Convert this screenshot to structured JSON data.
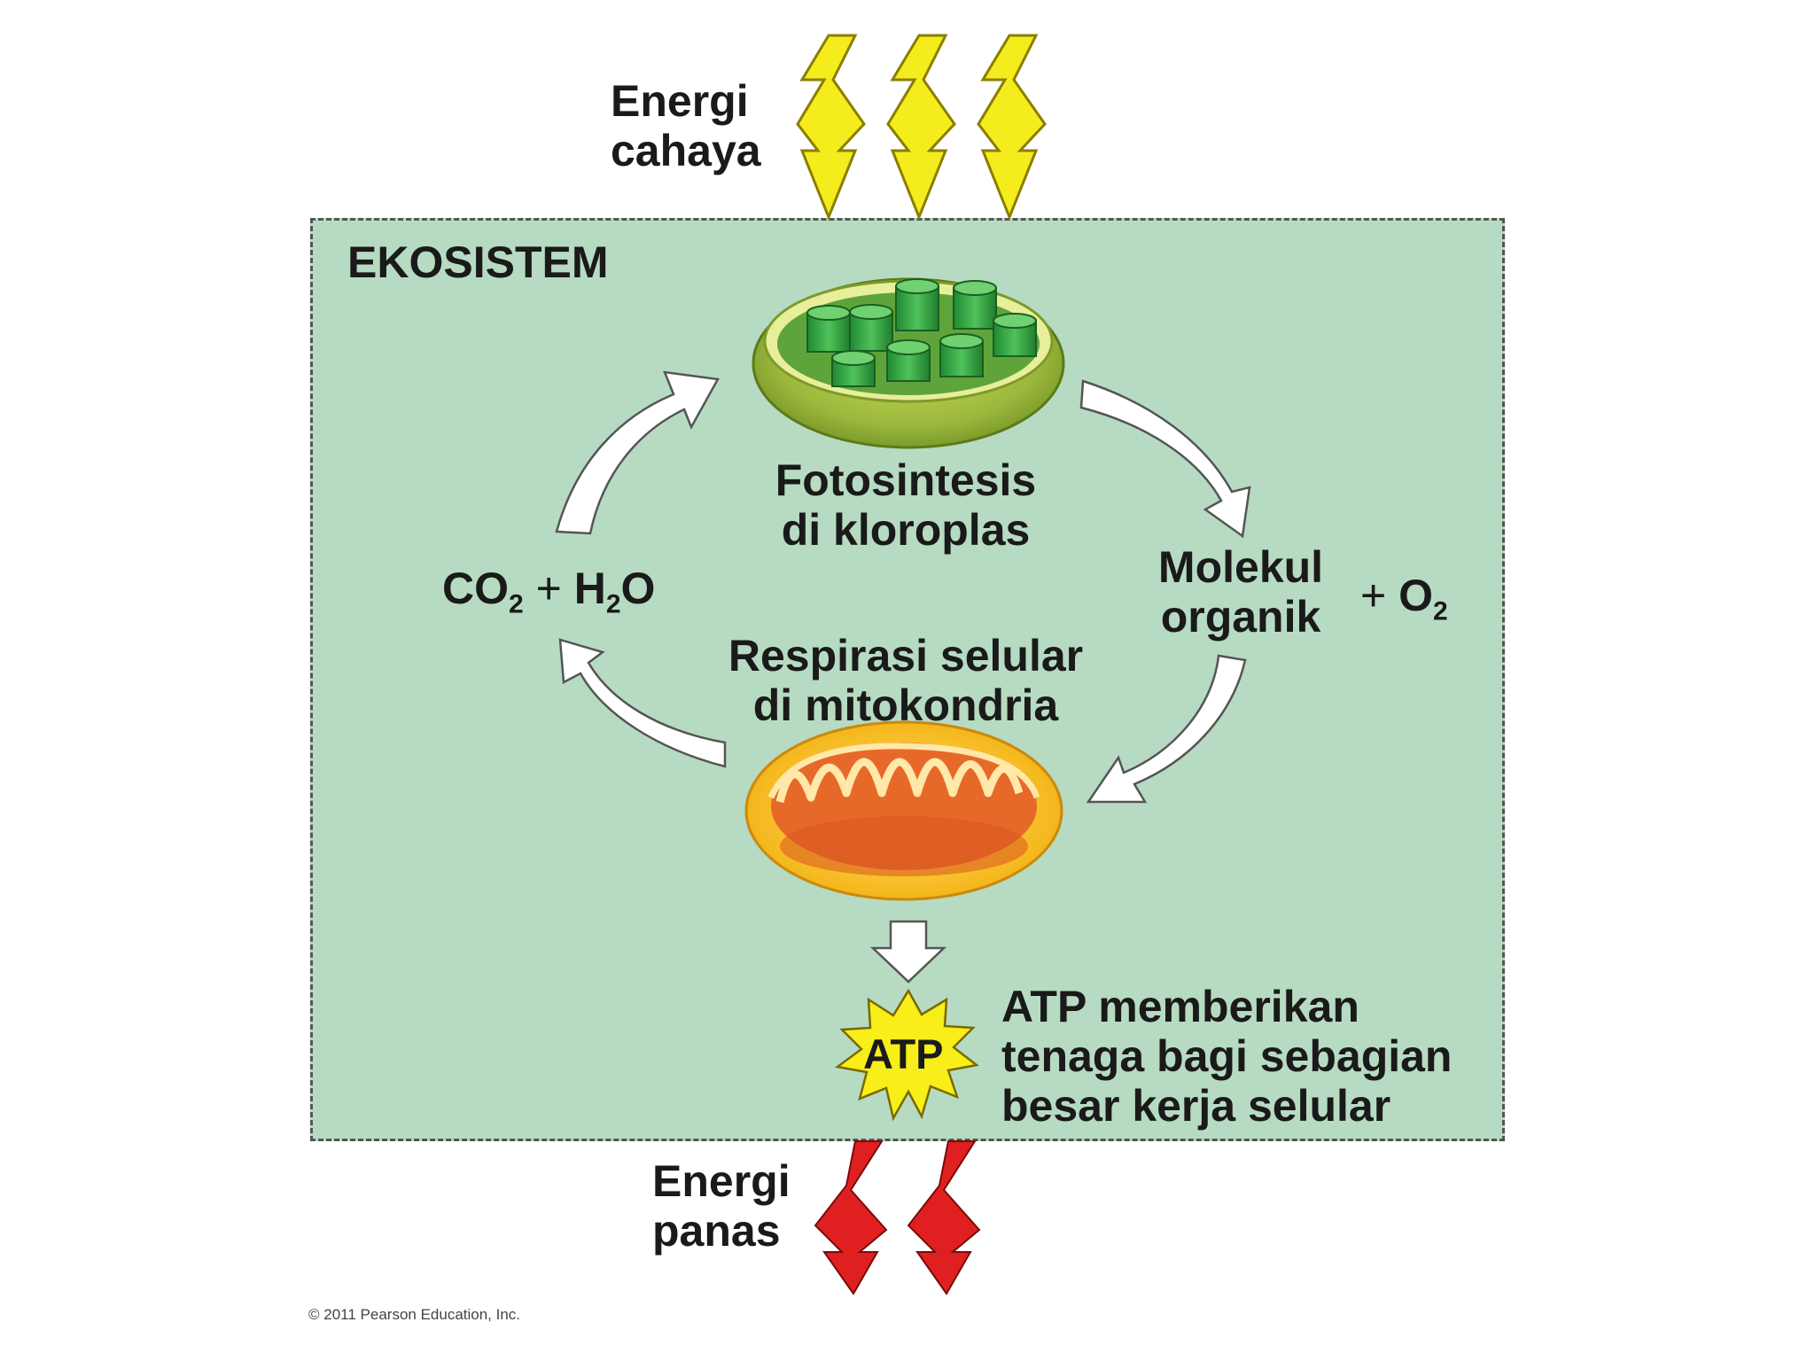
{
  "ecosystem_label": "EKOSISTEM",
  "light_energy": {
    "line1": "Energi",
    "line2": "cahaya"
  },
  "heat_energy": {
    "line1": "Energi",
    "line2": "panas"
  },
  "photosynthesis": {
    "line1": "Fotosintesis",
    "line2": "di kloroplas"
  },
  "respiration": {
    "line1": "Respirasi selular",
    "line2": "di mitokondria"
  },
  "inputs": {
    "co2": "CO",
    "co2_sub": "2",
    "plus": "+",
    "h2o_h": "H",
    "h2o_sub": "2",
    "h2o_o": "O"
  },
  "outputs": {
    "organic_line1": "Molekul",
    "organic_line2": "organik",
    "plus": "+",
    "o2": "O",
    "o2_sub": "2"
  },
  "atp": {
    "badge": "ATP",
    "line1": "ATP memberikan",
    "line2": "tenaga bagi sebagian",
    "line3": "besar kerja selular"
  },
  "copyright": "© 2011 Pearson Education, Inc.",
  "colors": {
    "ecosystem_fill": "#b7dbc2",
    "light_arrow": "#f5ec1e",
    "heat_arrow": "#e02020",
    "atp_star": "#f7ee1a"
  },
  "icons": [
    "light-energy-arrows",
    "heat-energy-arrows",
    "chloroplast-icon",
    "mitochondrion-icon",
    "cycle-arrows",
    "down-arrow-icon",
    "atp-star-icon"
  ]
}
